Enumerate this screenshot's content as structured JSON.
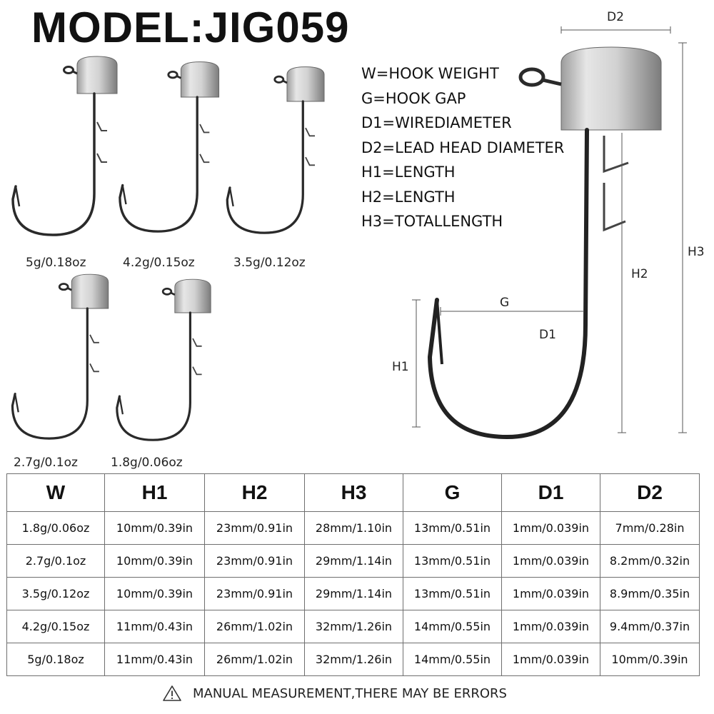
{
  "title": "MODEL:JIG059",
  "hooks": [
    {
      "label": "5g/0.18oz"
    },
    {
      "label": "4.2g/0.15oz"
    },
    {
      "label": "3.5g/0.12oz"
    },
    {
      "label": "2.7g/0.1oz"
    },
    {
      "label": "1.8g/0.06oz"
    }
  ],
  "legend": [
    "W=HOOK WEIGHT",
    "G=HOOK GAP",
    "D1=WIREDIAMETER",
    "D2=LEAD HEAD DIAMETER",
    "H1=LENGTH",
    "H2=LENGTH",
    "H3=TOTALLENGTH"
  ],
  "dimensions": {
    "d2": "D2",
    "h3": "H3",
    "h2": "H2",
    "g": "G",
    "d1": "D1",
    "h1": "H1"
  },
  "table": {
    "headers": [
      "W",
      "H1",
      "H2",
      "H3",
      "G",
      "D1",
      "D2"
    ],
    "rows": [
      [
        "1.8g/0.06oz",
        "10mm/0.39in",
        "23mm/0.91in",
        "28mm/1.10in",
        "13mm/0.51in",
        "1mm/0.039in",
        "7mm/0.28in"
      ],
      [
        "2.7g/0.1oz",
        "10mm/0.39in",
        "23mm/0.91in",
        "29mm/1.14in",
        "13mm/0.51in",
        "1mm/0.039in",
        "8.2mm/0.32in"
      ],
      [
        "3.5g/0.12oz",
        "10mm/0.39in",
        "23mm/0.91in",
        "29mm/1.14in",
        "13mm/0.51in",
        "1mm/0.039in",
        "8.9mm/0.35in"
      ],
      [
        "4.2g/0.15oz",
        "11mm/0.43in",
        "26mm/1.02in",
        "32mm/1.26in",
        "14mm/0.55in",
        "1mm/0.039in",
        "9.4mm/0.37in"
      ],
      [
        "5g/0.18oz",
        "11mm/0.43in",
        "26mm/1.02in",
        "32mm/1.26in",
        "14mm/0.55in",
        "1mm/0.039in",
        "10mm/0.39in"
      ]
    ]
  },
  "footer": {
    "icon": "warning-icon",
    "text": "MANUAL MEASUREMENT,THERE MAY BE ERRORS"
  },
  "colors": {
    "lead": "#c9c9c9",
    "hook": "#2a2a2a",
    "border": "#6f6f6f"
  }
}
